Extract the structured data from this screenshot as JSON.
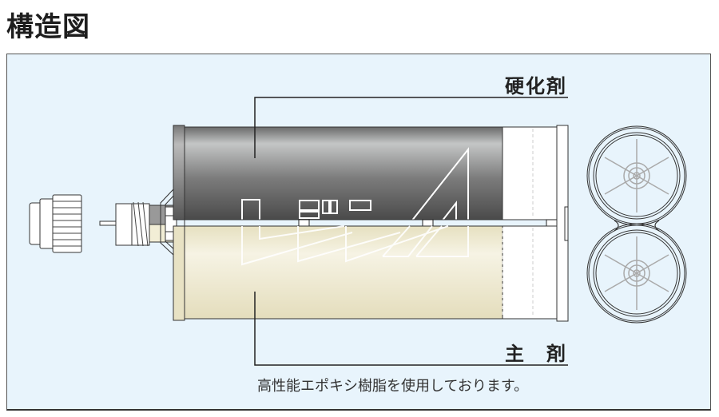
{
  "page_title": "構造図",
  "labels": {
    "hardener": "硬化剤",
    "main_agent": "主　剤",
    "note": "高性能エポキシ樹脂を使用しております。"
  },
  "colors": {
    "panel_bg": "#e8f4fc",
    "hardener_dark": "#4a4a4a",
    "hardener_light": "#c8c8c8",
    "main_dark": "#e6e0c0",
    "main_light": "#f6f3e4",
    "text": "#222222"
  },
  "components": [
    {
      "name": "cap",
      "description": "nozzle cap"
    },
    {
      "name": "nozzle-mount",
      "description": "threaded nozzle with pin"
    },
    {
      "name": "cartridge-hardener",
      "description": "upper cartridge (hardener)"
    },
    {
      "name": "cartridge-main",
      "description": "lower cartridge (main agent)"
    },
    {
      "name": "end-view",
      "description": "dual piston end view"
    }
  ]
}
